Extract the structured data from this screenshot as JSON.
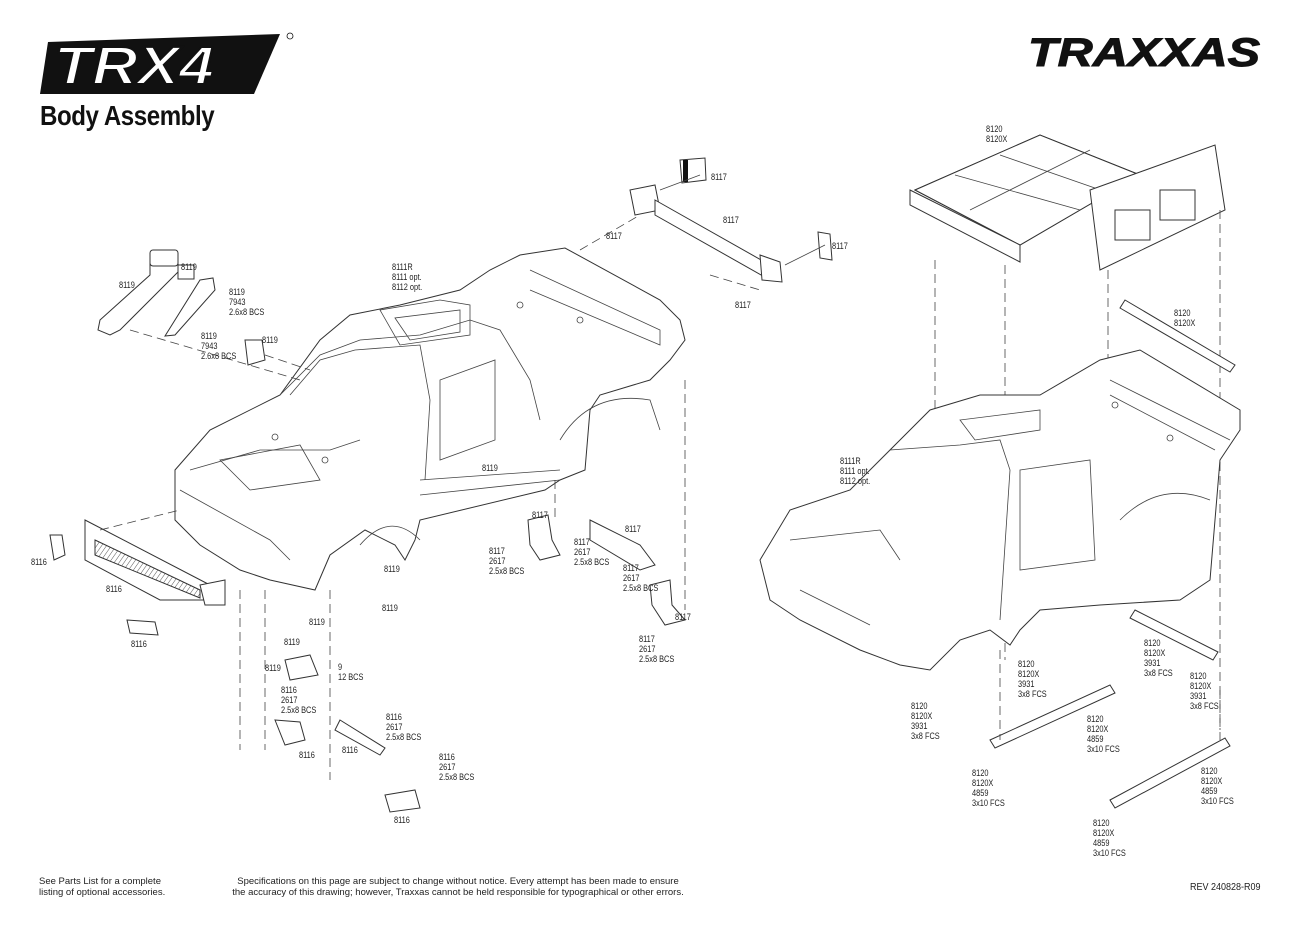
{
  "header": {
    "model_logo": "TRX4",
    "brand_logo": "TRAXXAS",
    "title": "Body Assembly"
  },
  "callouts_left": [
    {
      "id": "mirror-8119-a",
      "lines": [
        "8119"
      ]
    },
    {
      "id": "mirror-8119-b",
      "lines": [
        "8119"
      ]
    },
    {
      "id": "screw-8119-7943-a",
      "lines": [
        "8119",
        "7943",
        "2.6x8 BCS"
      ]
    },
    {
      "id": "screw-8119-7943-b",
      "lines": [
        "8119",
        "7943",
        "2.6x8 BCS"
      ]
    },
    {
      "id": "mount-8119",
      "lines": [
        "8119"
      ]
    },
    {
      "id": "body",
      "lines": [
        "8111R",
        "8111 opt.",
        "8112 opt."
      ]
    },
    {
      "id": "taillight-top",
      "lines": [
        "8117"
      ]
    },
    {
      "id": "bumper-rear",
      "lines": [
        "8117"
      ]
    },
    {
      "id": "pins-8117-a",
      "lines": [
        "8117"
      ]
    },
    {
      "id": "taillight-right",
      "lines": [
        "8117"
      ]
    },
    {
      "id": "pins-8117-b",
      "lines": [
        "8117"
      ]
    },
    {
      "id": "door-8119",
      "lines": [
        "8119"
      ]
    },
    {
      "id": "step-8117",
      "lines": [
        "8117"
      ]
    },
    {
      "id": "screw-step-a",
      "lines": [
        "8117",
        "2617",
        "2.5x8 BCS"
      ]
    },
    {
      "id": "screw-step-b",
      "lines": [
        "8117",
        "2617",
        "2.5x8 BCS"
      ]
    },
    {
      "id": "rail-8117",
      "lines": [
        "8117"
      ]
    },
    {
      "id": "screw-step-c",
      "lines": [
        "8117",
        "2617",
        "2.5x8 BCS"
      ]
    },
    {
      "id": "step-rear-8117",
      "lines": [
        "8117"
      ]
    },
    {
      "id": "screw-step-d",
      "lines": [
        "8117",
        "2617",
        "2.5x8 BCS"
      ]
    },
    {
      "id": "fog-8116",
      "lines": [
        "8116"
      ]
    },
    {
      "id": "grille-8116",
      "lines": [
        "8116"
      ]
    },
    {
      "id": "plate-8116",
      "lines": [
        "8116"
      ]
    },
    {
      "id": "fender-8119-a",
      "lines": [
        "8119"
      ]
    },
    {
      "id": "fender-8119-b",
      "lines": [
        "8119"
      ]
    },
    {
      "id": "hook-8119-a",
      "lines": [
        "8119"
      ]
    },
    {
      "id": "hook-8119-b",
      "lines": [
        "8119"
      ]
    },
    {
      "id": "hook-mount-8119",
      "lines": [
        "8119"
      ]
    },
    {
      "id": "screw-9",
      "lines": [
        "9",
        "12 BCS"
      ]
    },
    {
      "id": "screw-8116-a",
      "lines": [
        "8116",
        "2617",
        "2.5x8 BCS"
      ]
    },
    {
      "id": "skid-8116",
      "lines": [
        "8116"
      ]
    },
    {
      "id": "screw-8116-b",
      "lines": [
        "8116",
        "2617",
        "2.5x8 BCS"
      ]
    },
    {
      "id": "bar-8116",
      "lines": [
        "8116"
      ]
    },
    {
      "id": "screw-8116-c",
      "lines": [
        "8116",
        "2617",
        "2.5x8 BCS"
      ]
    },
    {
      "id": "winch-8116",
      "lines": [
        "8116"
      ]
    }
  ],
  "callouts_right": [
    {
      "id": "rack",
      "lines": [
        "8120",
        "8120X"
      ]
    },
    {
      "id": "rack-rail",
      "lines": [
        "8120",
        "8120X"
      ]
    },
    {
      "id": "body-right",
      "lines": [
        "8111R",
        "8111 opt.",
        "8112 opt."
      ]
    },
    {
      "id": "screw-3931-a",
      "lines": [
        "8120",
        "8120X",
        "3931",
        "3x8 FCS"
      ]
    },
    {
      "id": "screw-3931-b",
      "lines": [
        "8120",
        "8120X",
        "3931",
        "3x8 FCS"
      ]
    },
    {
      "id": "screw-3931-c",
      "lines": [
        "8120",
        "8120X",
        "3931",
        "3x8 FCS"
      ]
    },
    {
      "id": "screw-3931-d",
      "lines": [
        "8120",
        "8120X",
        "3931",
        "3x8 FCS"
      ]
    },
    {
      "id": "screw-4859-a",
      "lines": [
        "8120",
        "8120X",
        "4859",
        "3x10 FCS"
      ]
    },
    {
      "id": "screw-4859-b",
      "lines": [
        "8120",
        "8120X",
        "4859",
        "3x10 FCS"
      ]
    },
    {
      "id": "screw-4859-c",
      "lines": [
        "8120",
        "8120X",
        "4859",
        "3x10 FCS"
      ]
    },
    {
      "id": "screw-4859-d",
      "lines": [
        "8120",
        "8120X",
        "4859",
        "3x10 FCS"
      ]
    }
  ],
  "footer": {
    "parts_note": [
      "See Parts List for a complete",
      "listing of optional accessories."
    ],
    "disclaimer": [
      "Specifications on this page are subject to change without notice.  Every attempt has been made to ensure",
      "the accuracy of this drawing; however, Traxxas cannot be held responsible for typographical or other errors."
    ],
    "revision": "REV 240828-R09"
  }
}
